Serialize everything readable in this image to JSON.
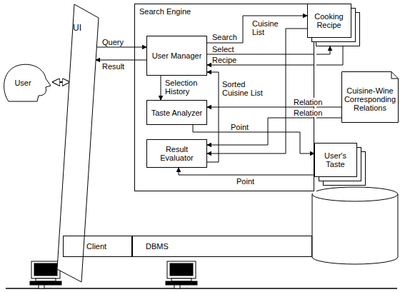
{
  "diagram": {
    "nodes": [
      {
        "text": [
          "User"
        ]
      },
      {
        "text": [
          "UI"
        ]
      },
      {
        "text": [
          "Search Engine"
        ]
      },
      {
        "text": [
          "User Manager"
        ],
        "in": 2
      },
      {
        "text": [
          "Taste Analyzer"
        ],
        "in": 2
      },
      {
        "text": [
          "Result Evaluator"
        ],
        "in": 2
      },
      {
        "text": [
          "Cooking Recipe"
        ]
      },
      {
        "text": [
          "Cuisine-Wine Corresponding Relations"
        ]
      },
      {
        "text": [
          "User's Taste"
        ]
      },
      {
        "text": [
          "Client"
        ]
      },
      {
        "text": [
          "DBMS"
        ]
      }
    ],
    "edges": [
      {
        "from": 0,
        "to": 1,
        "arrow": "both"
      },
      {
        "from": 1,
        "to": 3,
        "label": "Query",
        "arrow": "to"
      },
      {
        "from": 3,
        "to": 1,
        "label": "Result",
        "arrow": "to"
      },
      {
        "from": 3,
        "to": 6,
        "label": "Search",
        "arrow": "to"
      },
      {
        "from": 6,
        "to": 5,
        "label": "Cuisine List",
        "arrow": "to"
      },
      {
        "from": 3,
        "to": 6,
        "label": "Select",
        "arrow": "to"
      },
      {
        "from": 6,
        "to": 3,
        "label": "Recipe",
        "arrow": "to"
      },
      {
        "from": 3,
        "to": 4,
        "label": "Selection History",
        "arrow": "to"
      },
      {
        "from": 5,
        "to": 3,
        "label": "Sorted Cuisine List",
        "arrow": "to"
      },
      {
        "from": 7,
        "to": 4,
        "label": "Relation",
        "arrow": "to"
      },
      {
        "from": 7,
        "to": 5,
        "label": "Relation",
        "arrow": "to"
      },
      {
        "from": 4,
        "to": 8,
        "label": "Point",
        "arrow": "to"
      },
      {
        "from": 8,
        "to": 5,
        "label": "Point",
        "arrow": "to"
      }
    ]
  }
}
